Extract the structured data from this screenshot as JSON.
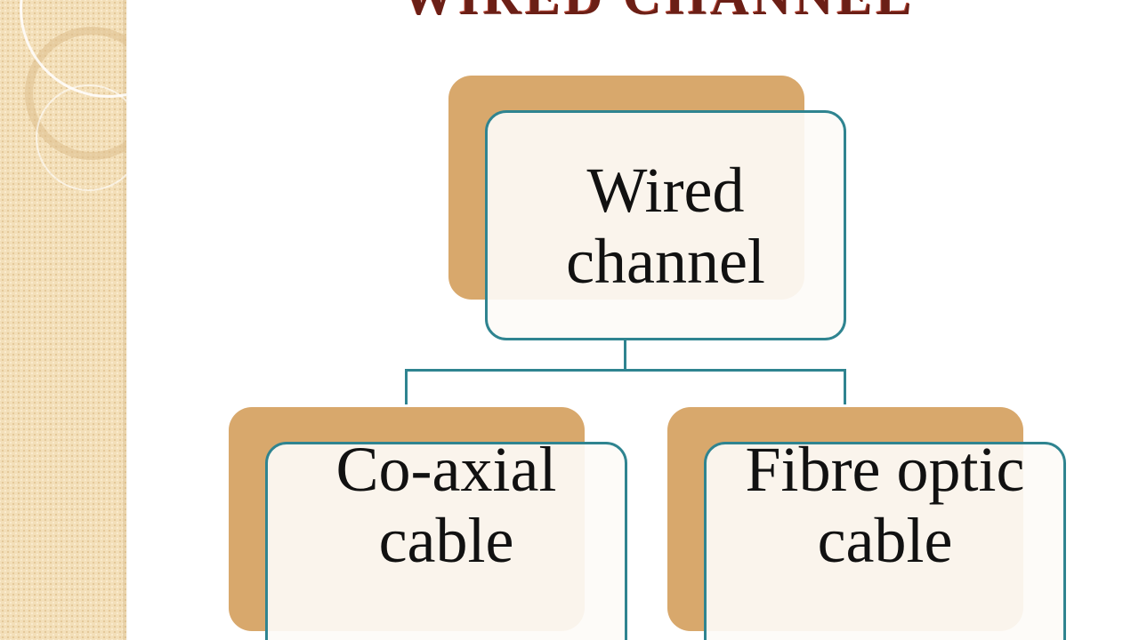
{
  "slide": {
    "title": "WIRED CHANNEL"
  },
  "diagram": {
    "root": {
      "label": "Wired channel"
    },
    "children": [
      {
        "label": "Co-axial cable"
      },
      {
        "label": "Fibre optic cable"
      }
    ]
  },
  "colors": {
    "title": "#6b1f16",
    "node_back": "#d8a86c",
    "node_border": "#2f8490",
    "node_fill": "#fdfbf7",
    "side_strip": "#f3dfb9"
  }
}
